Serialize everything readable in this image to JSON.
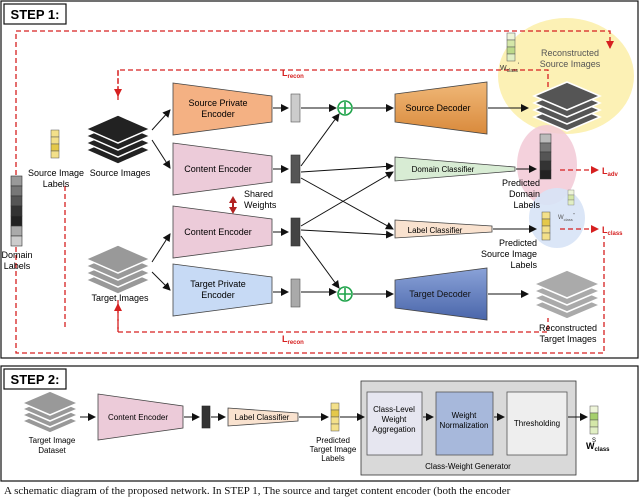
{
  "step1": {
    "title": "STEP 1:"
  },
  "step2": {
    "title": "STEP 2:"
  },
  "inputs": {
    "source_images": "Source Images",
    "source_image_labels_1": "Source Image",
    "source_image_labels_2": "Labels",
    "domain_labels_1": "Domain",
    "domain_labels_2": "Labels",
    "target_images": "Target Images"
  },
  "modules": {
    "source_private_encoder_1": "Source Private",
    "source_private_encoder_2": "Encoder",
    "content_encoder_top": "Content Encoder",
    "content_encoder_bottom": "Content Encoder",
    "target_private_encoder_1": "Target Private",
    "target_private_encoder_2": "Encoder",
    "shared_weights_1": "Shared",
    "shared_weights_2": "Weights",
    "source_decoder": "Source Decoder",
    "target_decoder": "Target Decoder",
    "domain_classifier": "Domain Classifier",
    "label_classifier": "Label Classifier"
  },
  "outputs": {
    "reconstructed_source_1": "Reconstructed",
    "reconstructed_source_2": "Source Images",
    "predicted_domain_1": "Predicted",
    "predicted_domain_2": "Domain",
    "predicted_domain_3": "Labels",
    "predicted_source_1": "Predicted",
    "predicted_source_2": "Source Image",
    "predicted_source_3": "Labels",
    "reconstructed_target_1": "Reconstructed",
    "reconstructed_target_2": "Target Images",
    "w_class_prime": "W",
    "w_class_prime_sub": "class",
    "w_class_prime_mark": "'",
    "w_class_2prime": "W",
    "w_class_2prime_sub": "class",
    "w_class_2prime_mark": "''"
  },
  "losses": {
    "recon_top": "L",
    "recon_top_sub": "recon",
    "recon_bottom": "L",
    "recon_bottom_sub": "recon",
    "adv": "L",
    "adv_sub": "adv",
    "class": "L",
    "class_sub": "class"
  },
  "step2_items": {
    "target_dataset_1": "Target Image",
    "target_dataset_2": "Dataset",
    "content_encoder": "Content Encoder",
    "label_classifier": "Label Classifier",
    "predicted_target_1": "Predicted",
    "predicted_target_2": "Target Image",
    "predicted_target_3": "Labels",
    "class_level_1": "Class-Level",
    "class_level_2": "Weight",
    "class_level_3": "Aggregation",
    "weight_norm_1": "Weight",
    "weight_norm_2": "Normalization",
    "thresholding": "Thresholding",
    "generator": "Class-Weight Generator",
    "w_class": "W",
    "w_class_sub": "class",
    "w_class_mark": "S"
  },
  "caption": "A schematic diagram of the proposed network. In STEP 1, The source and target content encoder (both the encoder",
  "colors": {
    "dashed_red": "#d62020",
    "source_private": "#f4b183",
    "content_encoder": "#eccbd9",
    "target_private": "#c7daf5",
    "source_decoder": "#e8a55a",
    "target_decoder": "#6b86c6",
    "domain_classifier": "#d8ecd4",
    "label_classifier": "#f9e2cf",
    "generator_bg": "#d9d9d9",
    "plus": "#1fa34a"
  }
}
